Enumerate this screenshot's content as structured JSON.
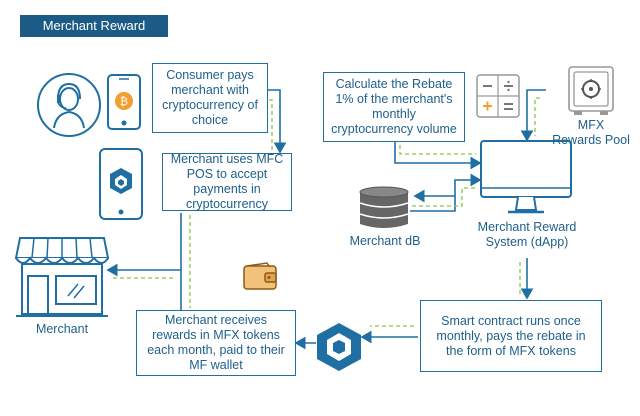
{
  "title": "Merchant Reward System",
  "boxes": {
    "consumer_pays": "Consumer pays merchant with cryptocurrency of choice",
    "mfc_pos": "Merchant uses MFC POS to accept payments in cryptocurrency",
    "calculate_rebate": "Calculate the Rebate 1% of the merchant's monthly cryptocurrency volume",
    "smart_contract": "Smart contract runs once monthly, pays the rebate in the form of MFX tokens",
    "merchant_receives": "Merchant receives rewards in MFX tokens each month, paid to their MF wallet"
  },
  "labels": {
    "rewards_pool": "MFX Rewards Pool",
    "merchant_db": "Merchant dB",
    "dapp": "Merchant Reward System (dApp)",
    "merchant": "Merchant"
  },
  "icons": {
    "consumer": "headset-person-icon",
    "phone_crypto": "phone-bitcoin-icon",
    "tablet_pos": "tablet-mfc-logo-icon",
    "calculator": "calculator-icon",
    "vault": "safe-vault-icon",
    "computer": "desktop-computer-icon",
    "database": "database-icon",
    "storefront": "storefront-icon",
    "wallet": "wallet-icon",
    "mfx_token": "mfx-token-logo-icon"
  },
  "colors": {
    "primary": "#1f6fa3",
    "title_bg": "#1d5b87",
    "dashed_accent": "#8bc34a",
    "coin": "#f0a030"
  }
}
